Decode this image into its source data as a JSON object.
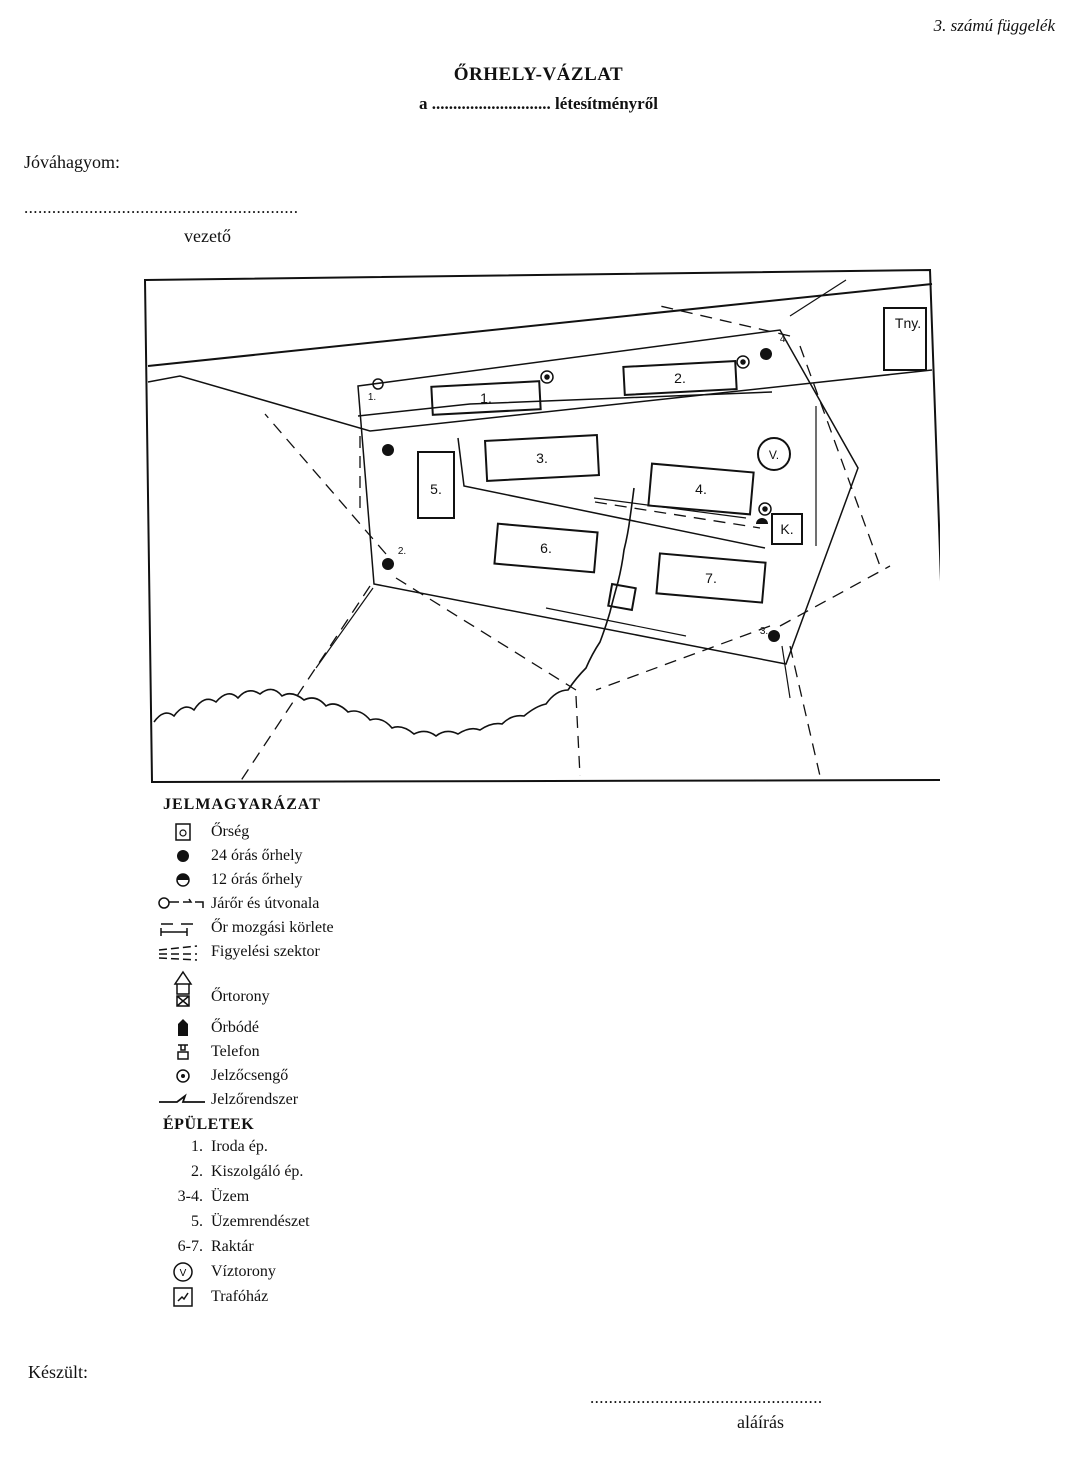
{
  "header": {
    "appendix": "3. számú függelék",
    "title": "ŐRHELY-VÁZLAT",
    "subtitle": "a ............................ létesítményről"
  },
  "approval": {
    "label": "Jóváhagyom:",
    "line": "...........................................................",
    "role": "vezető"
  },
  "map": {
    "labels": {
      "b1": "1.",
      "b2": "2.",
      "b3": "3.",
      "b4": "4.",
      "b5": "5.",
      "b6": "6.",
      "b7": "7.",
      "k": "K.",
      "v": "V.",
      "tny": "Tny.",
      "t1": "1.",
      "t2": "2.",
      "t3": "3.",
      "t4": "4."
    }
  },
  "legend": {
    "title": "JELMAGYARÁZAT",
    "items": [
      {
        "label": "Őrség",
        "icon": "guard-house-icon"
      },
      {
        "label": "24 órás őrhely",
        "icon": "filled-circle-icon"
      },
      {
        "label": "12 órás őrhely",
        "icon": "half-circle-icon"
      },
      {
        "label": "Járőr és útvonala",
        "icon": "patrol-route-icon"
      },
      {
        "label": "Őr mozgási körlete",
        "icon": "movement-area-icon"
      },
      {
        "label": "Figyelési szektor",
        "icon": "observation-sector-icon"
      },
      {
        "label": "Őrtorony",
        "icon": "watchtower-icon"
      },
      {
        "label": "Őrbódé",
        "icon": "sentry-box-icon"
      },
      {
        "label": "Telefon",
        "icon": "telephone-icon"
      },
      {
        "label": "Jelzőcsengő",
        "icon": "alarm-bell-icon"
      },
      {
        "label": "Jelzőrendszer",
        "icon": "alarm-system-icon"
      }
    ],
    "buildings_title": "ÉPÜLETEK",
    "buildings": [
      {
        "num": "1.",
        "label": "Iroda ép."
      },
      {
        "num": "2.",
        "label": "Kiszolgáló ép."
      },
      {
        "num": "3-4.",
        "label": "Üzem"
      },
      {
        "num": "5.",
        "label": "Üzemrendészet"
      },
      {
        "num": "6-7.",
        "label": "Raktár"
      },
      {
        "num": "",
        "label": "Víztorony",
        "icon": "water-tower-icon"
      },
      {
        "num": "",
        "label": "Trafóház",
        "icon": "transformer-icon"
      }
    ]
  },
  "footer": {
    "made_label": "Készült:",
    "sign_line": "..................................................",
    "sign_label": "aláírás"
  }
}
